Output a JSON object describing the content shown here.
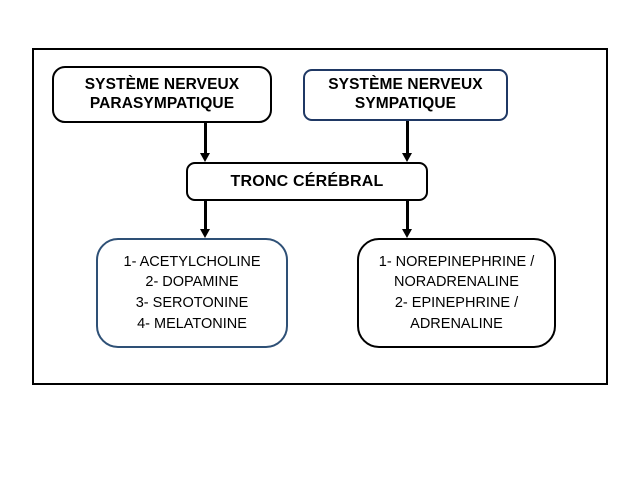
{
  "diagram": {
    "type": "flowchart",
    "frame": {
      "border_color": "#000000"
    },
    "nodes": {
      "parasympathetic": {
        "label": "SYSTÈME NERVEUX\nPARASYMPATIQUE",
        "border_color": "#000000"
      },
      "sympathetic": {
        "label": "SYSTÈME NERVEUX\nSYMPATIQUE",
        "border_color": "#1f3864"
      },
      "brainstem": {
        "label": "TRONC CÉRÉBRAL",
        "border_color": "#000000"
      },
      "parasympathetic_transmitters": {
        "label": "1- ACETYLCHOLINE\n2-   DOPAMINE\n3- SEROTONINE\n4- MELATONINE",
        "items": [
          "1- ACETYLCHOLINE",
          "2-   DOPAMINE",
          "3- SEROTONINE",
          "4- MELATONINE"
        ],
        "border_color": "#2e5076"
      },
      "sympathetic_transmitters": {
        "label": "1- NOREPINEPHRINE /\nNORADRENALINE\n2-  EPINEPHRINE /\nADRENALINE",
        "items": [
          "1- NOREPINEPHRINE /",
          "NORADRENALINE",
          "2-  EPINEPHRINE /",
          "ADRENALINE"
        ],
        "border_color": "#000000"
      }
    },
    "connectors": [
      {
        "id": "para-to-brainstem",
        "from": "parasympathetic",
        "to": "brainstem",
        "direction": "down"
      },
      {
        "id": "symp-to-brainstem",
        "from": "sympathetic",
        "to": "brainstem",
        "direction": "down"
      },
      {
        "id": "brainstem-to-para",
        "from": "brainstem",
        "to": "parasympathetic_transmitters",
        "direction": "down"
      },
      {
        "id": "brainstem-to-symp",
        "from": "brainstem",
        "to": "sympathetic_transmitters",
        "direction": "down"
      }
    ]
  }
}
